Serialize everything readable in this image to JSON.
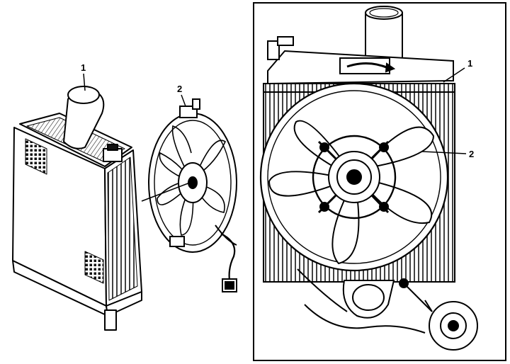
{
  "left_view": {
    "callout_1": "1",
    "callout_2": "2"
  },
  "right_view": {
    "callout_1": "1",
    "callout_2": "2"
  },
  "icons": [
    "radiator-core-drawing",
    "cooling-fan-drawing",
    "fan-shroud-drawing",
    "electrical-connector-drawing"
  ],
  "colors": {
    "ink": "#000000",
    "paper": "#ffffff"
  }
}
